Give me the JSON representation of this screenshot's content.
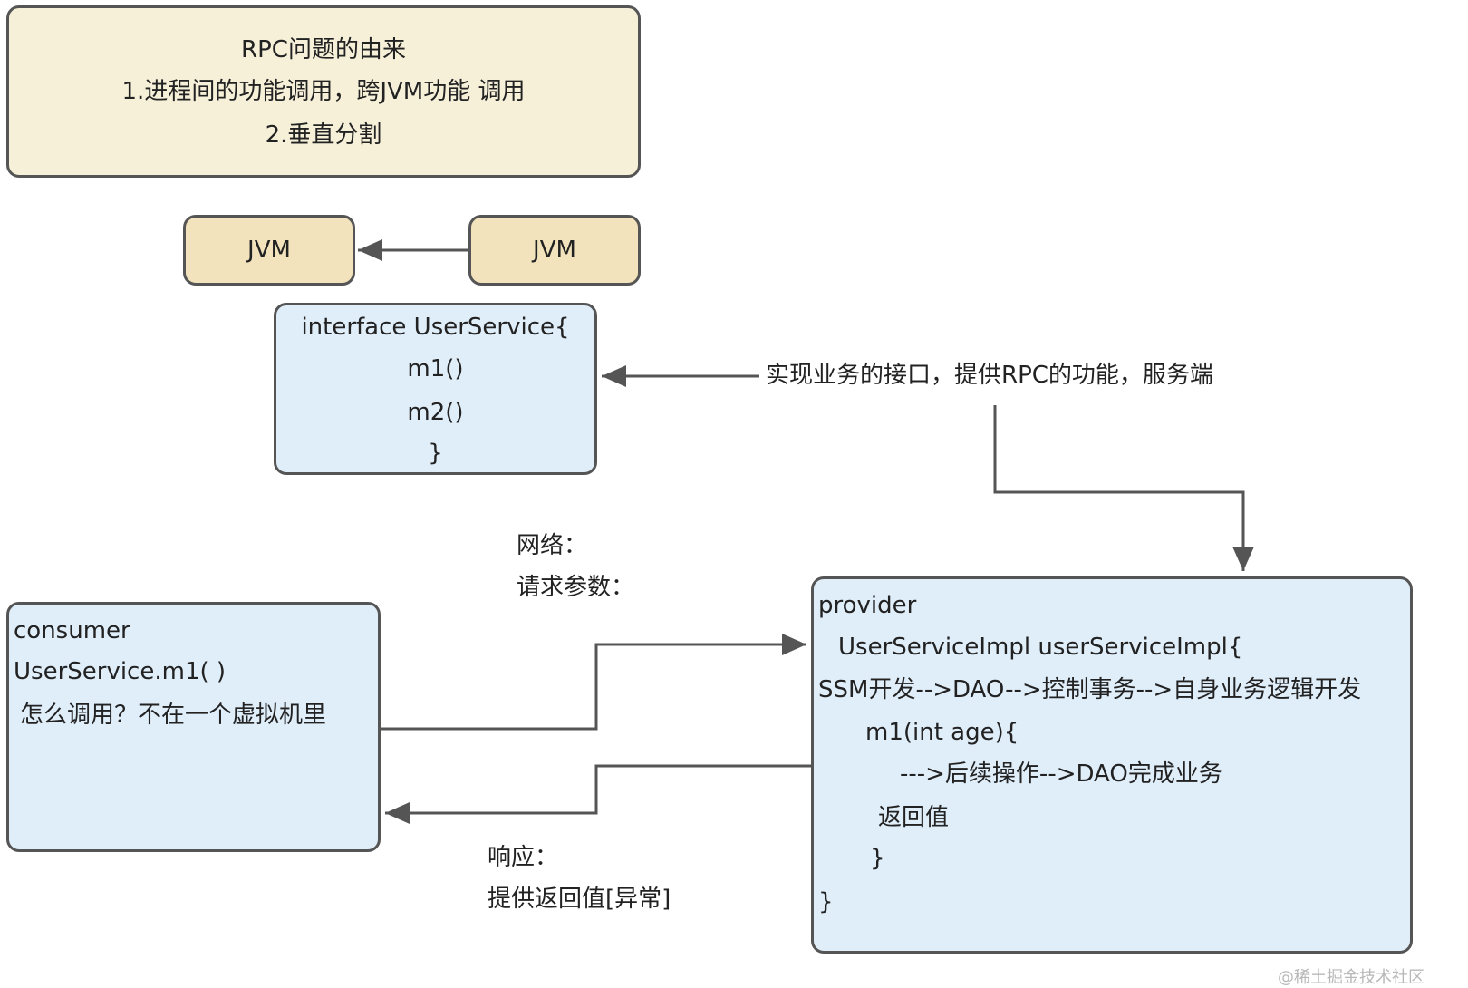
{
  "title_box": {
    "line1": "RPC问题的由来",
    "line2": "1.进程间的功能调用，跨JVM功能 调用",
    "line3": "2.垂直分割"
  },
  "jvm_left": "JVM",
  "jvm_right": "JVM",
  "interface_box": {
    "line1": "interface UserService{",
    "line2": "m1()",
    "line3": "m2()",
    "line4": "}"
  },
  "server_note": "实现业务的接口，提供RPC的功能，服务端",
  "request_note": {
    "line1": "网络：",
    "line2": "请求参数："
  },
  "consumer_box": {
    "line1": "consumer",
    "line2": "UserService.m1( )",
    "line3": "怎么调用？不在一个虚拟机里"
  },
  "provider_box": {
    "line1": "provider",
    "line2": "UserServiceImpl userServiceImpl{",
    "line3": "SSM开发-->DAO-->控制事务-->自身业务逻辑开发",
    "line4": "m1(int age){",
    "line5": "--->后续操作-->DAO完成业务",
    "line6": "返回值",
    "line7": "}",
    "line8": "}"
  },
  "response_note": {
    "line1": "响应：",
    "line2": "提供返回值[异常]"
  },
  "watermark": "@稀土掘金技术社区",
  "colors": {
    "title_fill": "#f6f0d9",
    "jvm_fill": "#f2e3bd",
    "blue_fill": "#e0eefa",
    "stroke": "#555555"
  }
}
